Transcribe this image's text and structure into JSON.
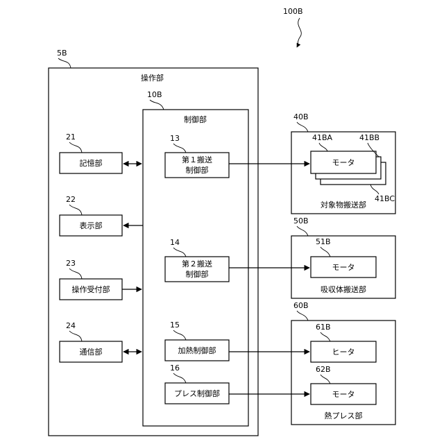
{
  "refs": {
    "r100B": "100B",
    "r5B": "5B",
    "r10B": "10B",
    "r40B": "40B",
    "r50B": "50B",
    "r60B": "60B",
    "r21": "21",
    "r22": "22",
    "r23": "23",
    "r24": "24",
    "r13": "13",
    "r14": "14",
    "r15": "15",
    "r16": "16",
    "r41BA": "41BA",
    "r41BB": "41BB",
    "r41BC": "41BC",
    "r51B": "51B",
    "r61B": "61B",
    "r62B": "62B"
  },
  "labels": {
    "operation_unit": "操作部",
    "control_unit": "制御部",
    "storage": "記憶部",
    "display": "表示部",
    "input_receiver": "操作受付部",
    "communication": "通信部",
    "first_conveyance_1": "第１搬送",
    "first_conveyance_2": "制御部",
    "second_conveyance_1": "第２搬送",
    "second_conveyance_2": "制御部",
    "heating_control": "加熱制御部",
    "press_control": "プレス制御部",
    "motor_41": "モータ",
    "target_conveyance": "対象物搬送部",
    "motor_51": "モータ",
    "absorber_conveyance": "吸収体搬送部",
    "heater_61": "ヒータ",
    "motor_62": "モータ",
    "heat_press": "熱プレス部"
  }
}
